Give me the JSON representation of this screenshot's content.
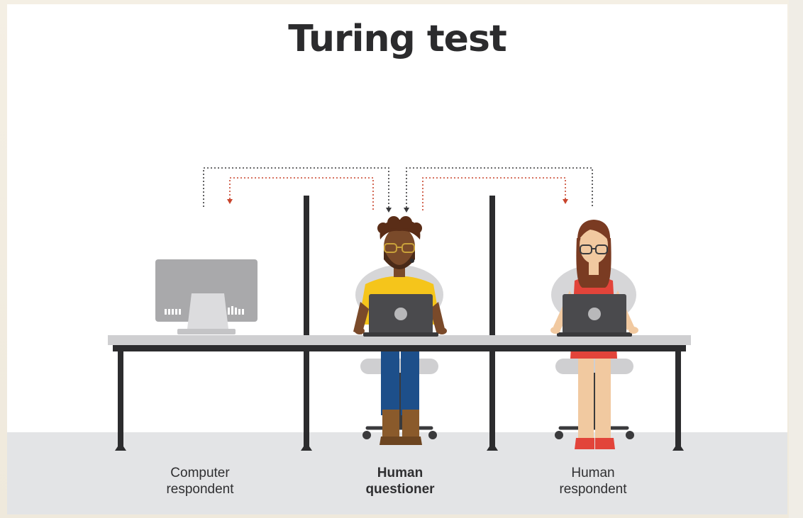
{
  "title": "Turing test",
  "labels": {
    "computer": {
      "line1": "Computer",
      "line2": "respondent"
    },
    "questioner": {
      "line1": "Human",
      "line2": "questioner"
    },
    "human": {
      "line1": "Human",
      "line2": "respondent"
    }
  },
  "colors": {
    "question_arrow": "#3a3a3c",
    "answer_arrow": "#c8442c",
    "desk_top": "#cfcfd1",
    "desk_frame": "#2c2c2e",
    "floor": "#e3e4e6",
    "monitor": "#a9a9ab",
    "laptop": "#4a4a4d",
    "shirt_yellow": "#f5c51b",
    "jeans": "#1d4f8a",
    "dress_red": "#e2443a",
    "skin_dark": "#7a4a2a",
    "skin_light": "#f1c9a0",
    "hair_brown": "#7a3b22"
  },
  "icons": [
    "desktop-computer-icon",
    "laptop-icon",
    "office-chair-icon",
    "person-icon"
  ]
}
